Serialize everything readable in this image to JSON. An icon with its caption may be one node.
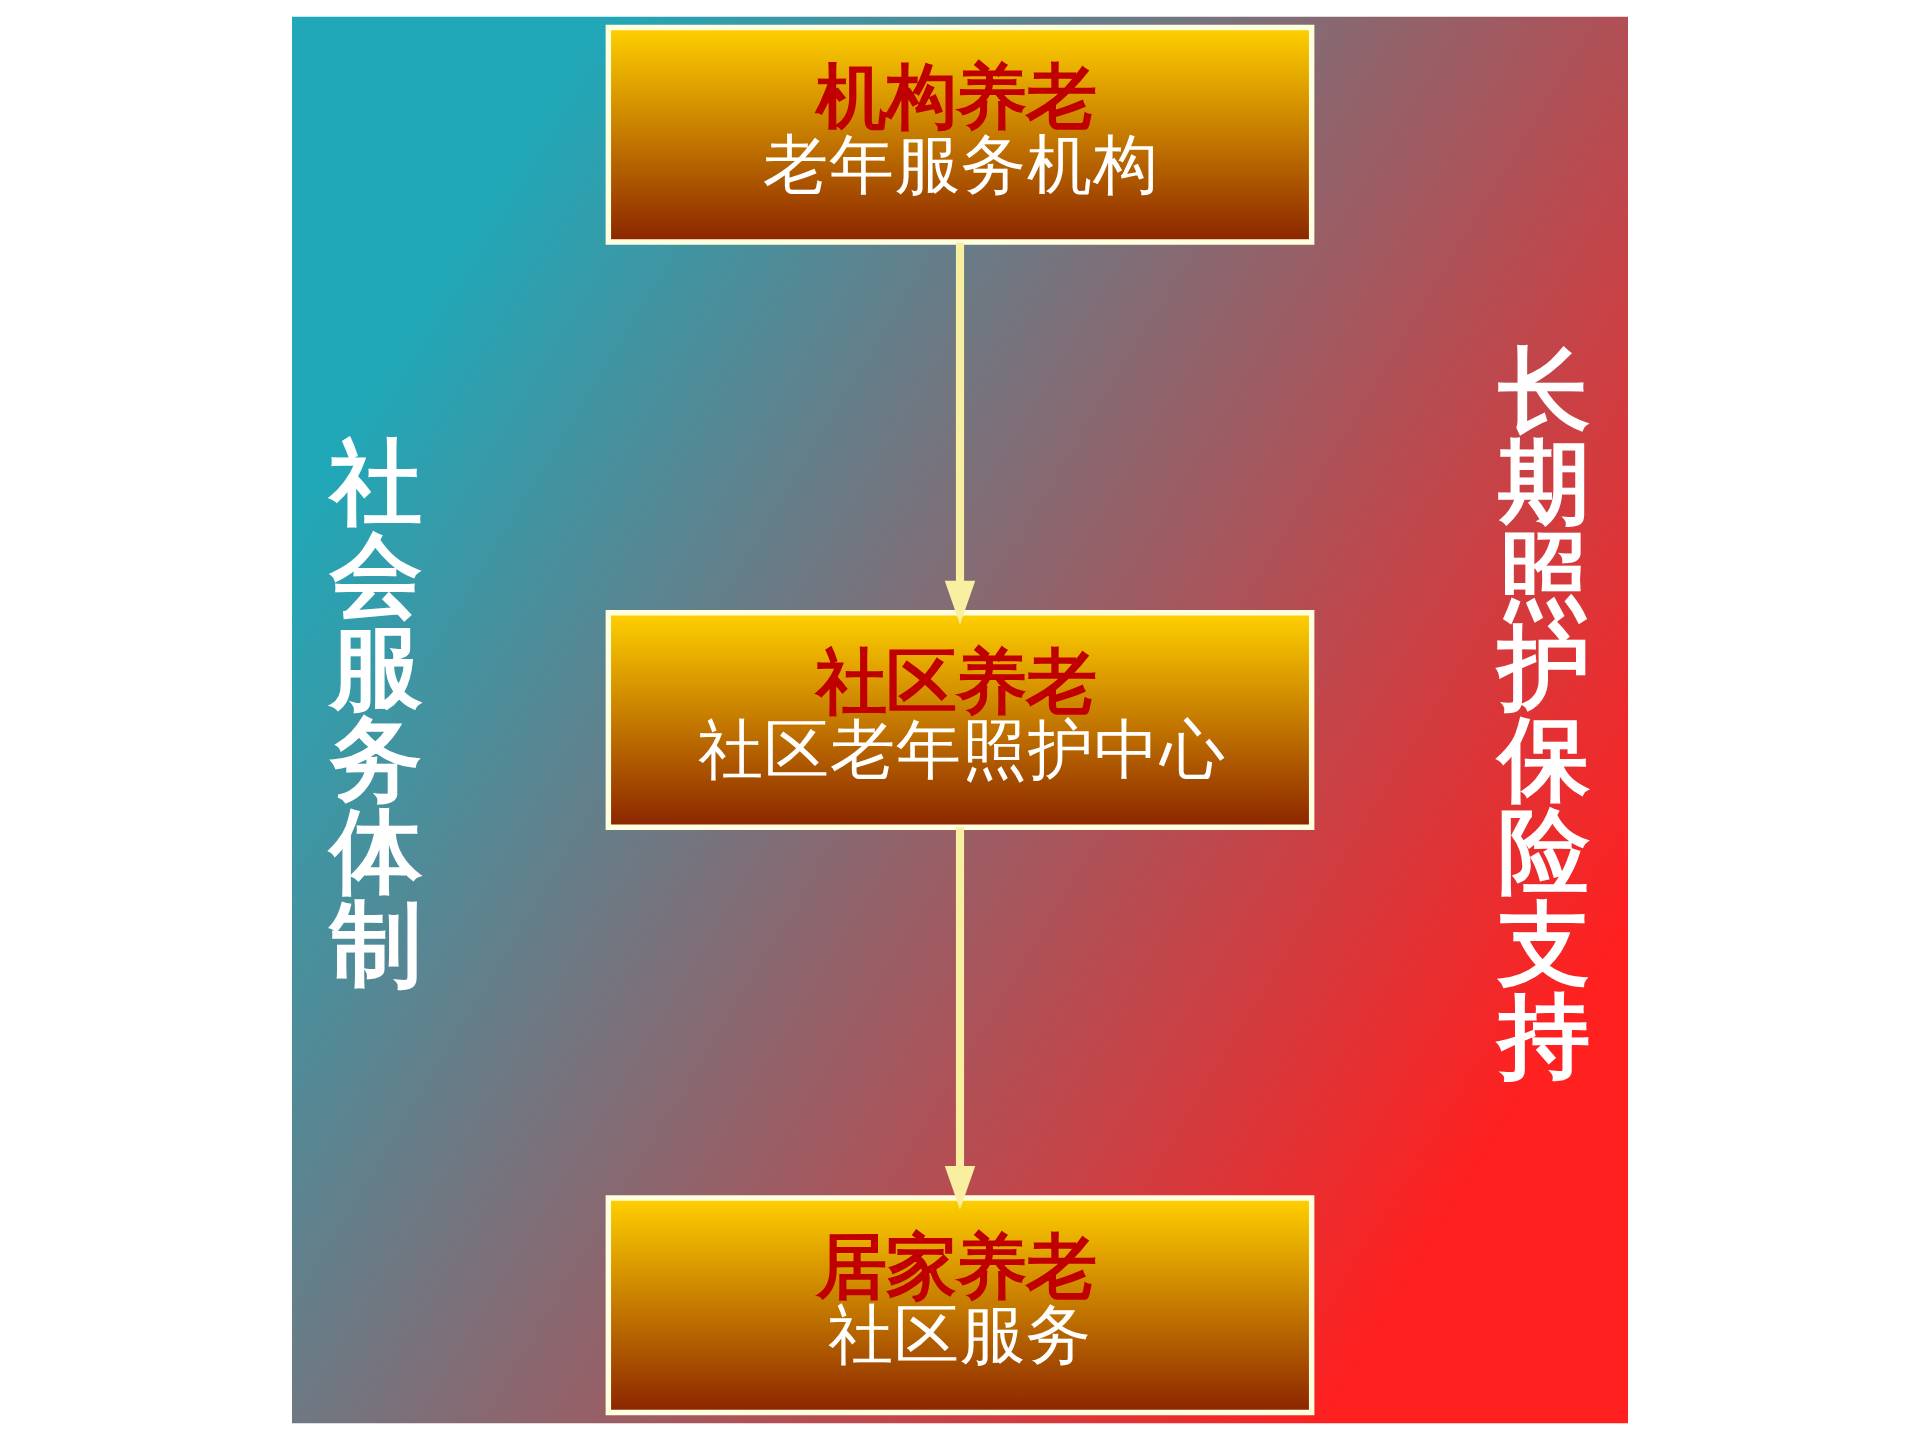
{
  "diagram": {
    "nodes": [
      {
        "text": [
          "机构养老",
          "老年服务机构"
        ]
      },
      {
        "text": [
          "社区养老",
          "社区老年照护中心"
        ]
      },
      {
        "text": [
          "居家养老",
          "社区服务"
        ]
      }
    ],
    "edges": [
      {
        "from": 0,
        "to": 1,
        "arrow": "to"
      },
      {
        "from": 1,
        "to": 2,
        "arrow": "to"
      }
    ],
    "labels": [
      "社会服务体制",
      "长期照护保险支持"
    ]
  }
}
